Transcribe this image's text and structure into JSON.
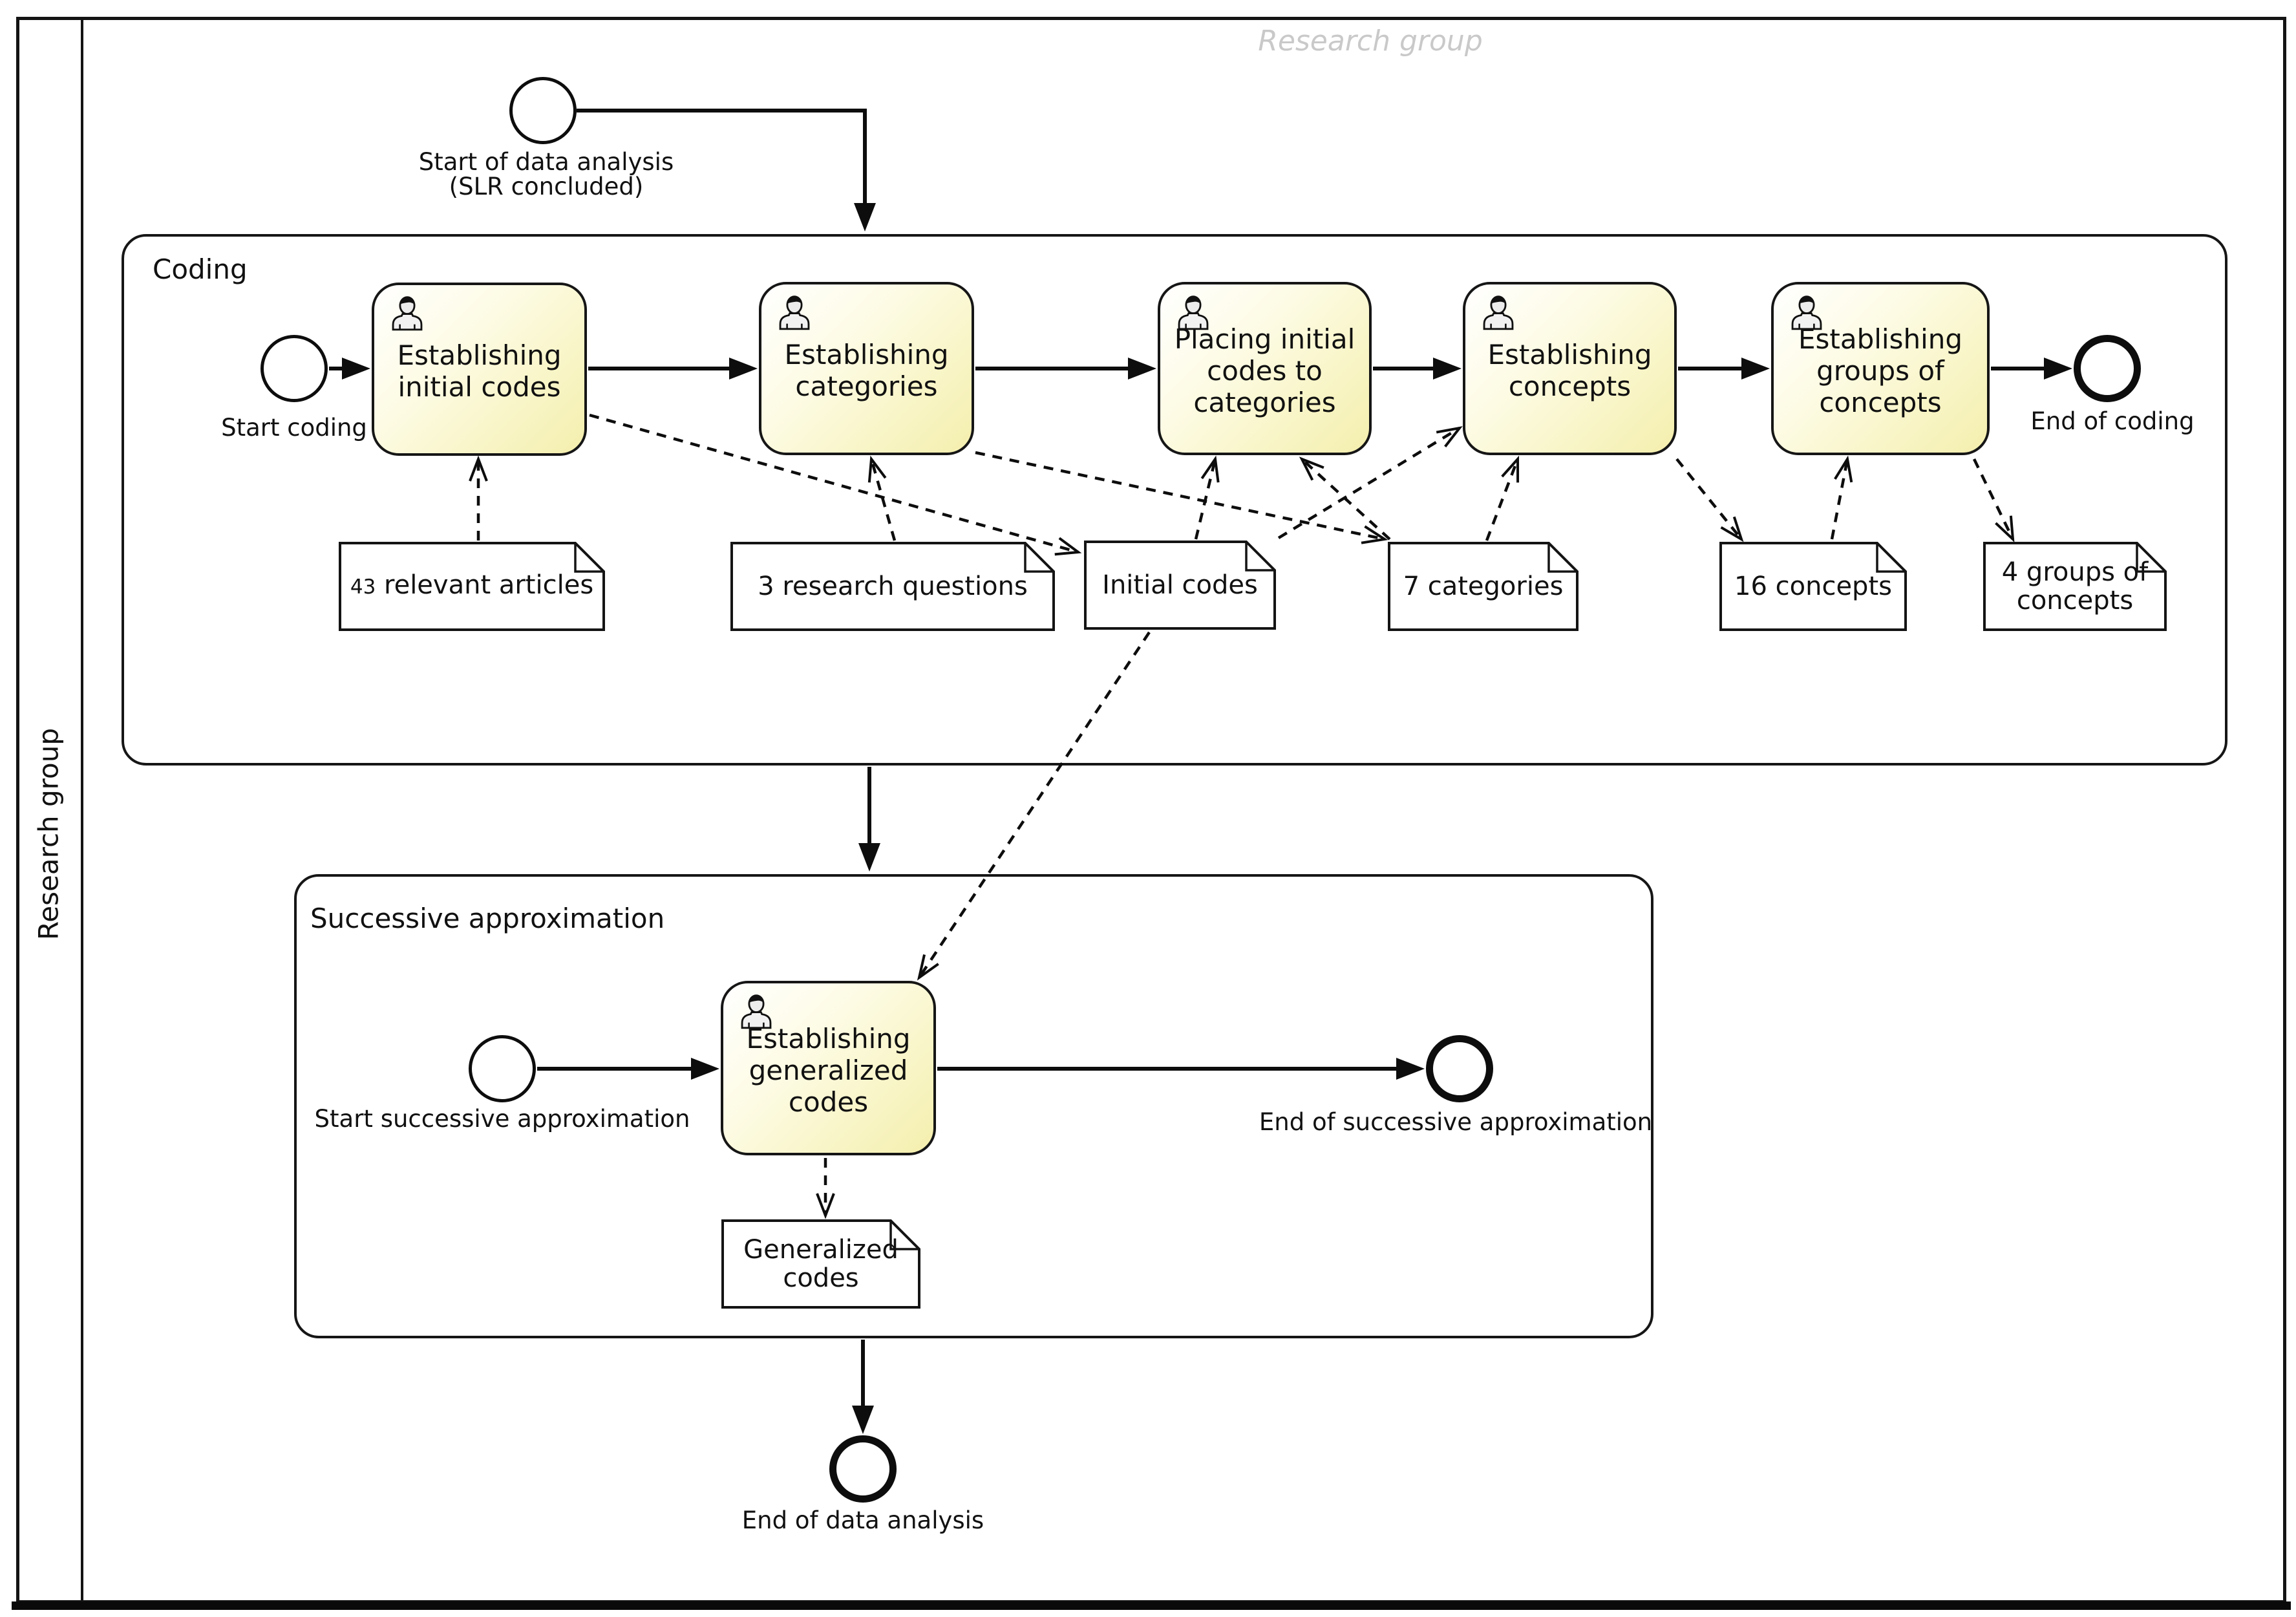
{
  "pool": {
    "label_vertical": "Research group",
    "label_top": "Research group"
  },
  "coding": {
    "title": "Coding",
    "start_event_label": "Start coding",
    "end_event_label": "End of coding",
    "tasks": [
      {
        "lines": [
          "Establishing",
          "initial codes"
        ]
      },
      {
        "lines": [
          "Establishing",
          "categories"
        ]
      },
      {
        "lines": [
          "Placing initial",
          "codes to",
          "categories"
        ]
      },
      {
        "lines": [
          "Establishing",
          "concepts"
        ]
      },
      {
        "lines": [
          "Establishing",
          "groups of",
          "concepts"
        ]
      }
    ],
    "data_objects": [
      {
        "prefix": "43",
        "rest": " relevant articles"
      },
      {
        "lines": [
          "3 research questions"
        ]
      },
      {
        "lines": [
          "Initial codes"
        ]
      },
      {
        "lines": [
          "7 categories"
        ]
      },
      {
        "lines": [
          "16 concepts"
        ]
      },
      {
        "lines": [
          "4 groups of",
          "concepts"
        ]
      }
    ]
  },
  "successive": {
    "title": "Successive approximation",
    "start_event_label": "Start successive approximation",
    "end_event_label": "End of successive approximation",
    "task": {
      "lines": [
        "Establishing",
        "generalized",
        "codes"
      ]
    },
    "data_object": {
      "lines": [
        "Generalized",
        "codes"
      ]
    }
  },
  "flow": {
    "start_label_line1": "Start of data analysis",
    "start_label_line2": "(SLR concluded)",
    "end_label": "End of data analysis"
  },
  "colors": {
    "task_fill_top": "#ffffff",
    "task_fill_bottom": "#f4efad",
    "line": "#141414",
    "watermark_text": "#c9c9c9",
    "background": "#ffffff"
  }
}
